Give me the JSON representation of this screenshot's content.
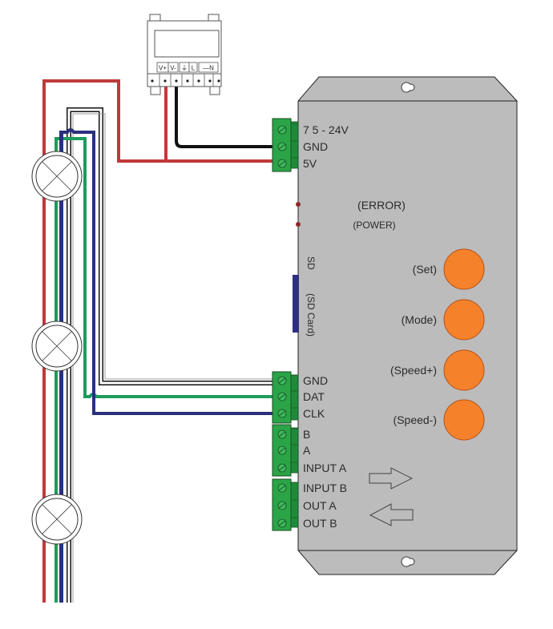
{
  "power_supply": {
    "terminals": [
      "V+",
      "V-",
      "⏚",
      "L",
      "N"
    ]
  },
  "controller": {
    "power_terminal": [
      "7  5 - 24V",
      "GND",
      "5V"
    ],
    "indicators": {
      "error": "(ERROR)",
      "power": "(POWER)"
    },
    "sd_slot": {
      "label": "SD",
      "sublabel": "(SD Card)"
    },
    "buttons": [
      {
        "label": "(Set)"
      },
      {
        "label": "(Mode)"
      },
      {
        "label": "(Speed+)"
      },
      {
        "label": "(Speed-)"
      }
    ],
    "output_terminal": [
      "GND",
      "DAT",
      "CLK"
    ],
    "sync_terminal_1": [
      "B",
      "A",
      "INPUT A"
    ],
    "sync_terminal_2": [
      "INPUT B",
      "OUT A",
      "OUT B"
    ],
    "arrows": [
      "right",
      "left"
    ]
  },
  "wire_colors": {
    "red": "#c0393b",
    "black": "#111111",
    "green": "#1e9b5c",
    "blue": "#2a2f7e",
    "white": "#ffffff"
  },
  "colors": {
    "case": "#bcbcbc",
    "terminal_green": "#2aa447",
    "button_orange": "#f5822a",
    "sd_blue": "#2f2f80"
  },
  "lamps": {
    "count": 3
  }
}
